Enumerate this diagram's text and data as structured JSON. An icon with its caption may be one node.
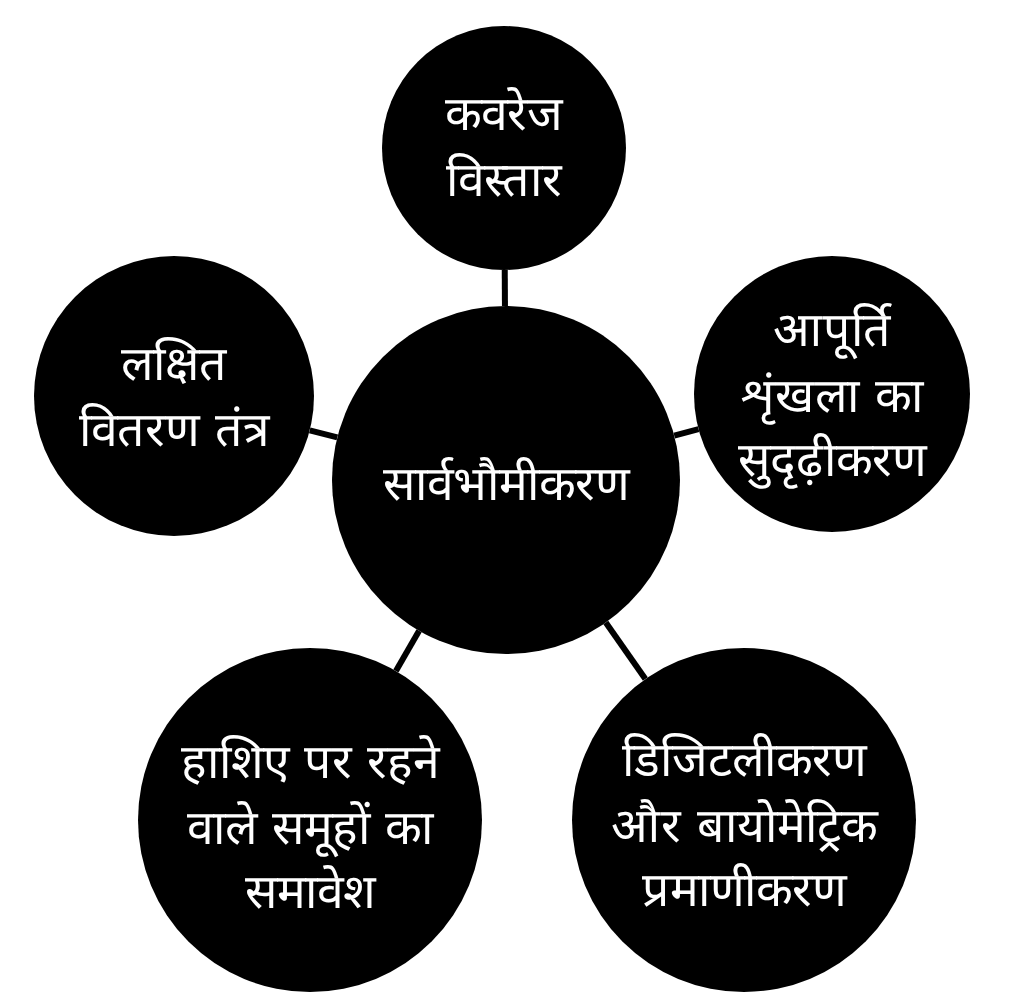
{
  "diagram": {
    "nodes": [
      {
        "text": [
          "सार्वभौमीकरण"
        ]
      },
      {
        "text": [
          "कवरेज विस्तार"
        ]
      },
      {
        "text": [
          "आपूर्ति शृंखला का सुदृढ़ीकरण"
        ]
      },
      {
        "text": [
          "डिजिटलीकरण और बायोमेट्रिक प्रमाणीकरण"
        ]
      },
      {
        "text": [
          "हाशिए पर रहने वाले समूहों का समावेश"
        ]
      },
      {
        "text": [
          "लक्षित वितरण तंत्र"
        ]
      }
    ],
    "edges": [
      {
        "from": 0,
        "to": 1,
        "arrow": "none"
      },
      {
        "from": 0,
        "to": 2,
        "arrow": "none"
      },
      {
        "from": 0,
        "to": 3,
        "arrow": "none"
      },
      {
        "from": 0,
        "to": 4,
        "arrow": "none"
      },
      {
        "from": 0,
        "to": 5,
        "arrow": "none"
      }
    ]
  }
}
